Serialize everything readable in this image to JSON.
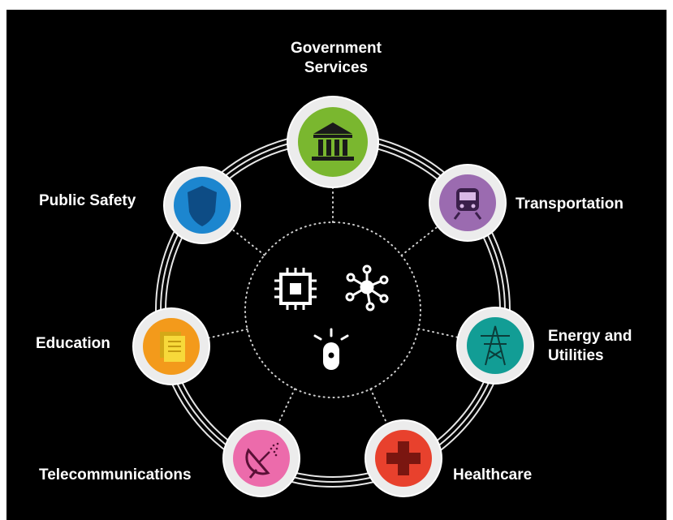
{
  "sectors": [
    {
      "id": "government",
      "lines": [
        "Government",
        "Services"
      ],
      "color": "#7ab72f",
      "icon": "government-building-icon"
    },
    {
      "id": "transportation",
      "lines": [
        "Transportation"
      ],
      "color": "#9b6bb0",
      "icon": "train-icon"
    },
    {
      "id": "energy",
      "lines": [
        "Energy and",
        "Utilities"
      ],
      "color": "#129d95",
      "icon": "power-tower-icon"
    },
    {
      "id": "healthcare",
      "lines": [
        "Healthcare"
      ],
      "color": "#e8412d",
      "icon": "medical-cross-icon"
    },
    {
      "id": "telecom",
      "lines": [
        "Telecommunications"
      ],
      "color": "#ec6bab",
      "icon": "satellite-dish-icon"
    },
    {
      "id": "education",
      "lines": [
        "Education"
      ],
      "color": "#f39a1b",
      "icon": "document-icon"
    },
    {
      "id": "public-safety",
      "lines": [
        "Public Safety"
      ],
      "color": "#1c86cf",
      "icon": "police-badge-icon"
    }
  ],
  "center_icons": [
    "chip-icon",
    "network-icon",
    "sensor-icon"
  ]
}
